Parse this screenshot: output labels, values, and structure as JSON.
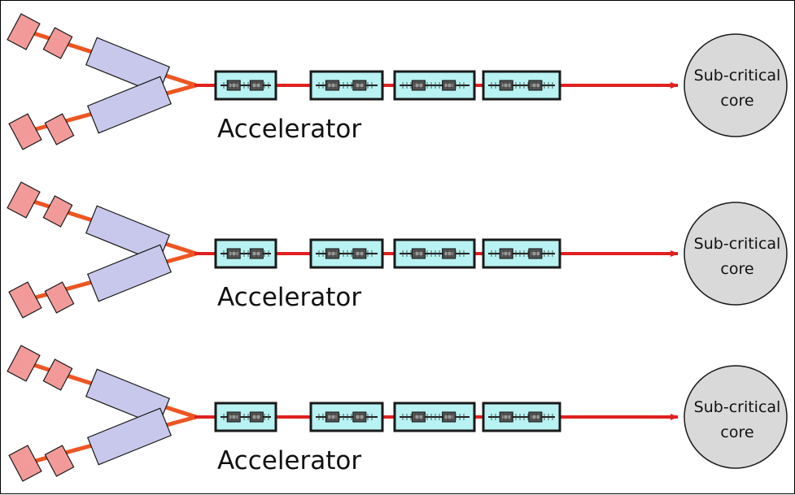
{
  "diagram": {
    "rows": [
      {
        "accelerator_label": "Accelerator",
        "core_label_line1": "Sub-critical",
        "core_label_line2": "core"
      },
      {
        "accelerator_label": "Accelerator",
        "core_label_line1": "Sub-critical",
        "core_label_line2": "core"
      },
      {
        "accelerator_label": "Accelerator",
        "core_label_line1": "Sub-critical",
        "core_label_line2": "core"
      }
    ]
  },
  "colors": {
    "beam": "#e02020",
    "beam_orange": "#ee5522",
    "source_fill": "#f29a9a",
    "magnet_fill": "#c8c8ec",
    "module_fill": "#b8f2f2",
    "core_fill": "#d9d9d9",
    "outline": "#1a1a1a"
  },
  "icons": [
    "ion-source-icon",
    "bending-magnet-icon",
    "accelerator-module-icon",
    "beam-arrow-icon",
    "reactor-core-icon"
  ]
}
